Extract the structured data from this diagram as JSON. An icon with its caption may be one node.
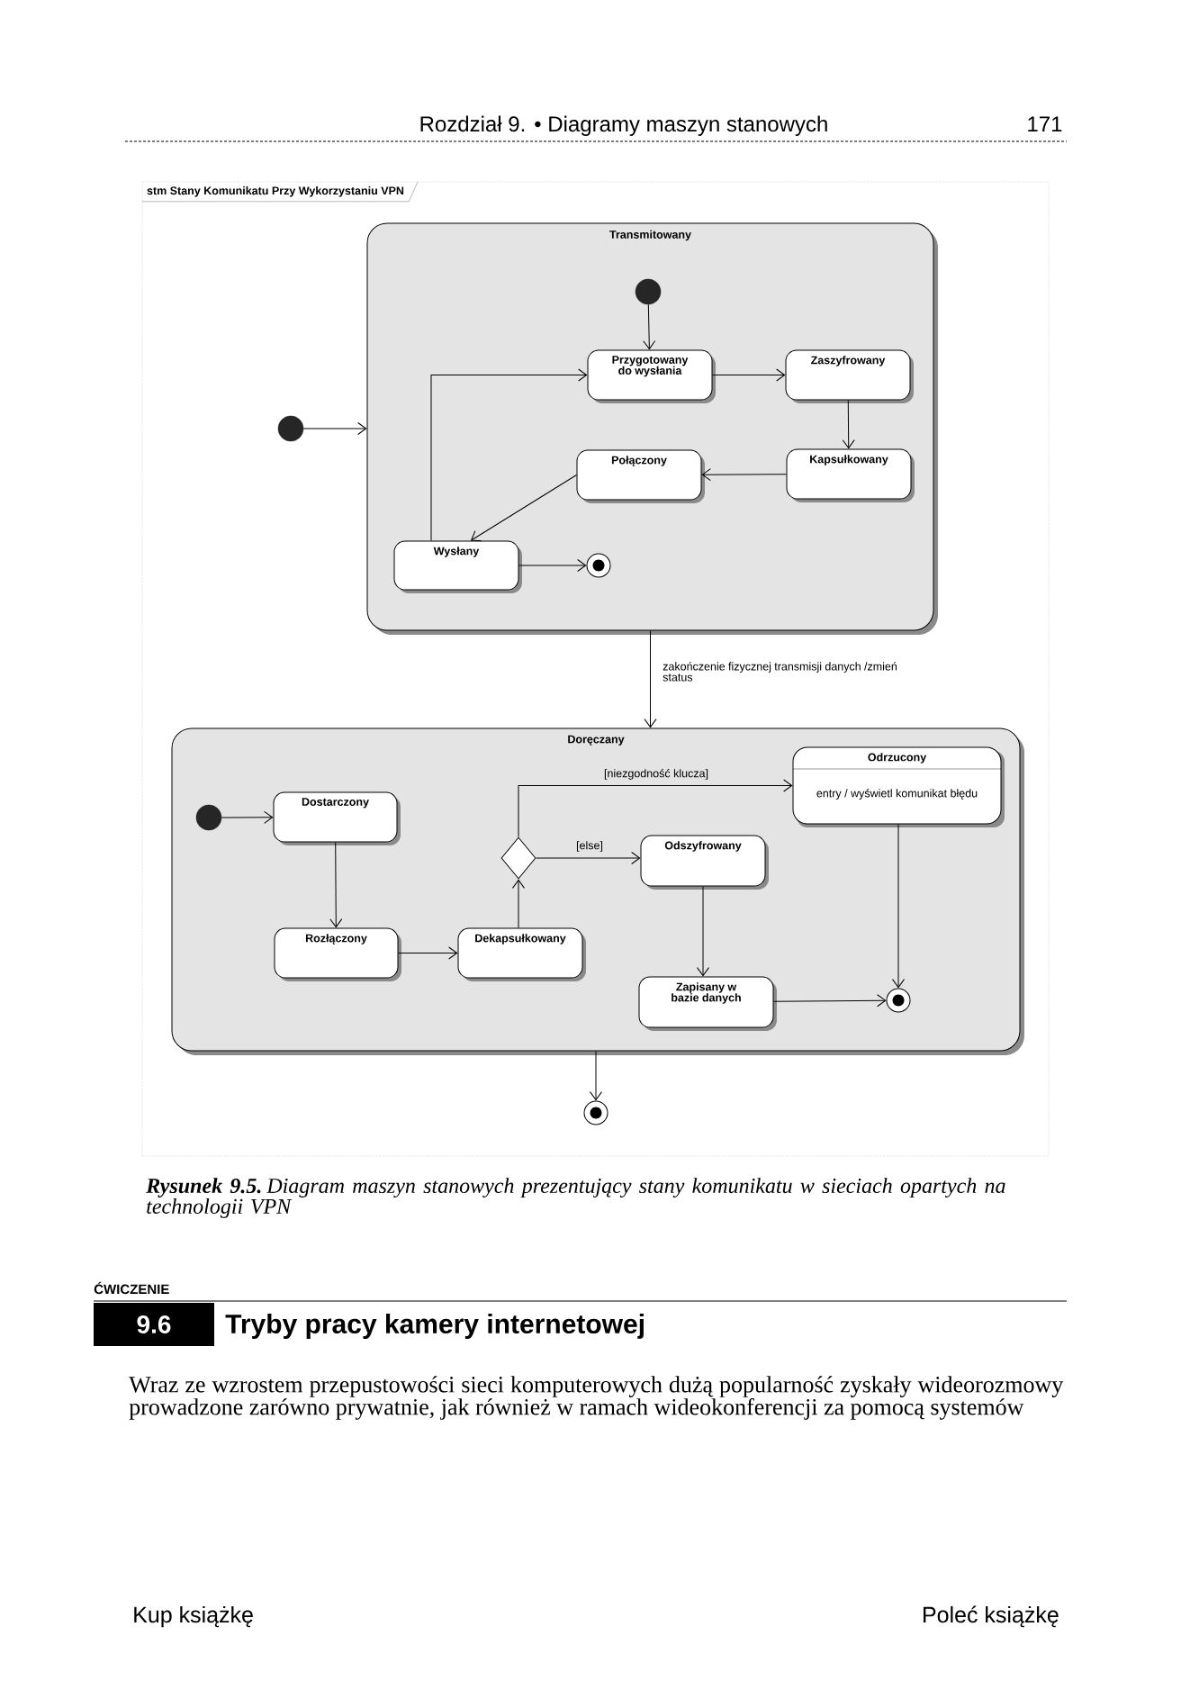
{
  "diagram": {
    "caption": "**Rysunek 9.5.** Diagram maszyn stanowych prezentujący stany komunikatu w sieciach opartych na technologii VPN",
    "nodes": [
      {
        "text": [
          "stm Stany Komunikatu Przy Wykorzystaniu VPN"
        ]
      },
      {
        "text": [
          "Transmitowany"
        ],
        "in": 0
      },
      {
        "text": [],
        "shape": "dot",
        "in": 1
      },
      {
        "text": [
          "Przygotowany do wysłania"
        ],
        "in": 1
      },
      {
        "text": [
          "Zaszyfrowany"
        ],
        "in": 1
      },
      {
        "text": [
          "Kapsułkowany"
        ],
        "in": 1
      },
      {
        "text": [
          "Połączony"
        ],
        "in": 1
      },
      {
        "text": [
          "Wysłany"
        ],
        "in": 1
      },
      {
        "text": [],
        "shape": "bullseye",
        "in": 1
      },
      {
        "text": [],
        "shape": "dot",
        "in": 0
      },
      {
        "text": [
          "Doręczany"
        ],
        "in": 0
      },
      {
        "text": [],
        "shape": "dot",
        "in": 10
      },
      {
        "text": [
          "Dostarczony"
        ],
        "in": 10
      },
      {
        "text": [
          "Rozłączony"
        ],
        "in": 10
      },
      {
        "text": [
          "Dekapsułkowany"
        ],
        "in": 10
      },
      {
        "text": [],
        "shape": "diamond",
        "in": 10
      },
      {
        "text": [
          "Odrzucony",
          "entry / wyświetl komunikat błędu"
        ],
        "in": 10
      },
      {
        "text": [
          "Odszyfrowany"
        ],
        "in": 10
      },
      {
        "text": [
          "Zapisany w bazie danych"
        ],
        "in": 10
      },
      {
        "text": [],
        "shape": "bullseye",
        "in": 10
      },
      {
        "text": [],
        "shape": "bullseye",
        "in": 0
      }
    ],
    "edges": [
      {
        "from": 2,
        "to": 3,
        "arrow": "to"
      },
      {
        "from": 3,
        "to": 4,
        "arrow": "to"
      },
      {
        "from": 4,
        "to": 5,
        "arrow": "to"
      },
      {
        "from": 5,
        "to": 6,
        "arrow": "to"
      },
      {
        "from": 6,
        "to": 7,
        "arrow": "to"
      },
      {
        "from": 7,
        "to": 3,
        "arrow": "to"
      },
      {
        "from": 7,
        "to": 8,
        "arrow": "to"
      },
      {
        "from": 9,
        "to": 1,
        "arrow": "to"
      },
      {
        "from": 1,
        "to": 10,
        "arrow": "to",
        "label": "zakończenie fizycznej transmisji danych /zmień status"
      },
      {
        "from": 11,
        "to": 12,
        "arrow": "to"
      },
      {
        "from": 12,
        "to": 13,
        "arrow": "to"
      },
      {
        "from": 13,
        "to": 14,
        "arrow": "to"
      },
      {
        "from": 14,
        "to": 15,
        "arrow": "to"
      },
      {
        "from": 15,
        "to": 16,
        "arrow": "to",
        "label": "[niezgodność klucza]"
      },
      {
        "from": 15,
        "to": 17,
        "arrow": "to",
        "label": "[else]"
      },
      {
        "from": 17,
        "to": 18,
        "arrow": "to"
      },
      {
        "from": 18,
        "to": 19,
        "arrow": "to"
      },
      {
        "from": 16,
        "to": 19,
        "arrow": "to"
      },
      {
        "from": 10,
        "to": 20,
        "arrow": "to"
      }
    ],
    "labels": [
      "Rozdział 9. • Diagramy maszyn stanowych",
      "171",
      "ĆWICZENIE",
      "9.6",
      "Tryby pracy kamery internetowej",
      "Wraz ze wzrostem przepustowości sieci komputerowych dużą popularność zyskały wideorozmowy prowadzone zarówno prywatnie, jak również w ramach wideokonferencji za pomocą systemów",
      "Kup książkę",
      "Poleć książkę"
    ]
  }
}
